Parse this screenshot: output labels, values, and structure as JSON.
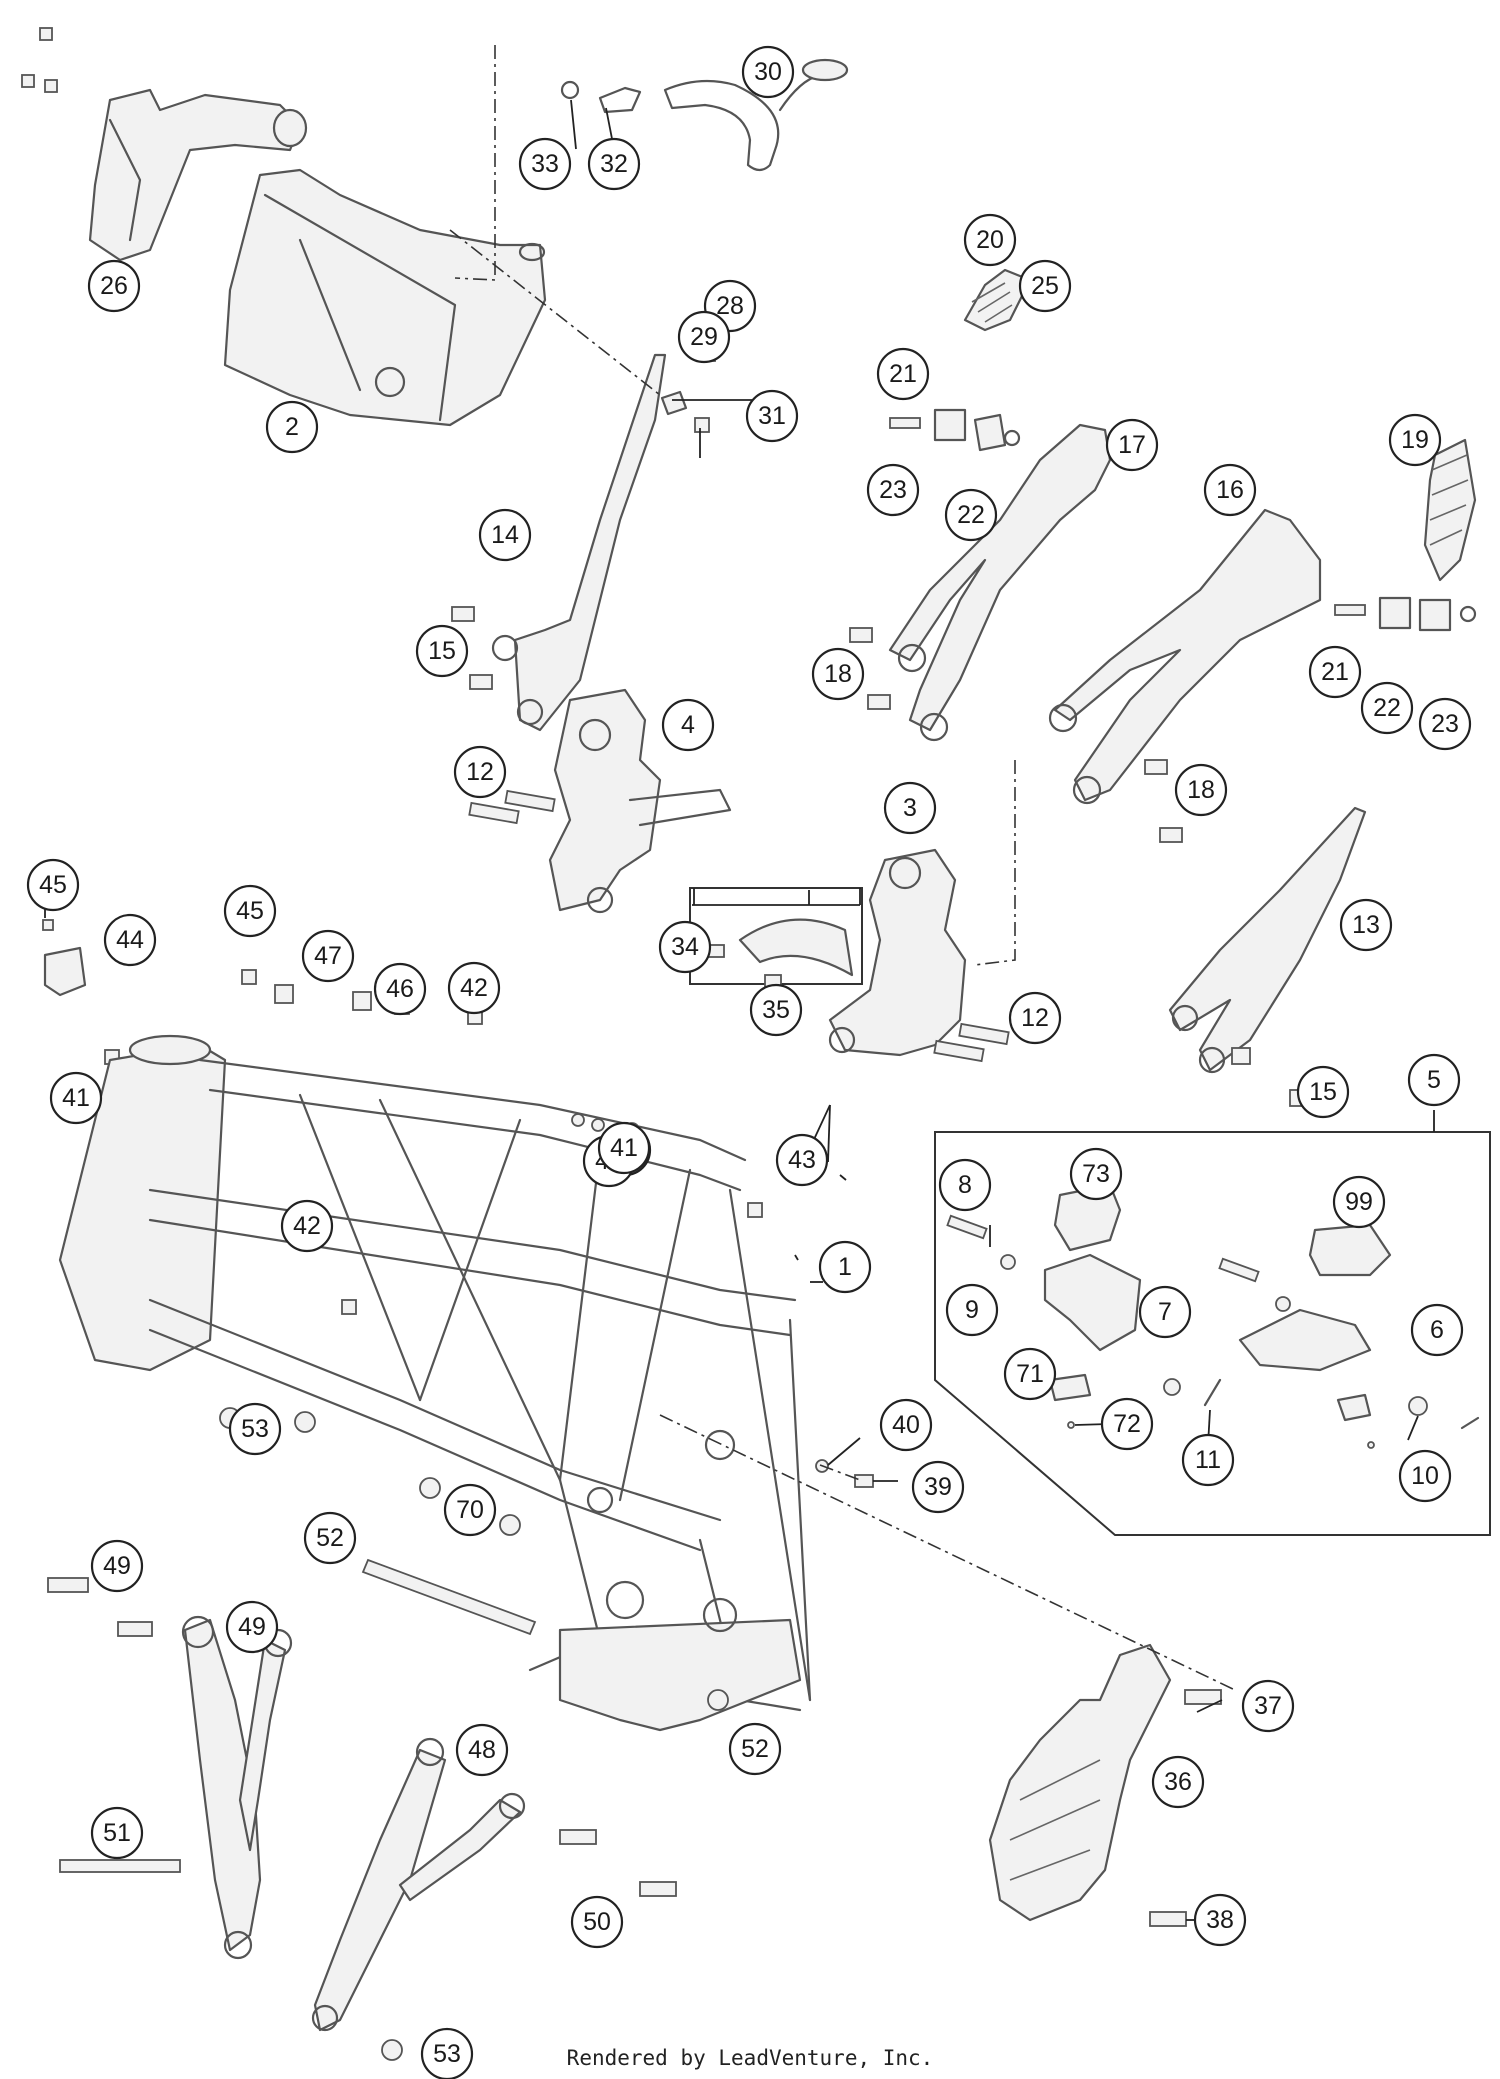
{
  "footer": {
    "text": "Rendered by LeadVenture, Inc."
  },
  "callouts": [
    "1",
    "2",
    "3",
    "4",
    "5",
    "6",
    "7",
    "8",
    "9",
    "10",
    "11",
    "12",
    "12",
    "13",
    "14",
    "15",
    "15",
    "16",
    "17",
    "18",
    "18",
    "19",
    "20",
    "21",
    "21",
    "22",
    "22",
    "23",
    "23",
    "25",
    "26",
    "28",
    "29",
    "30",
    "31",
    "32",
    "33",
    "34",
    "35",
    "36",
    "37",
    "38",
    "39",
    "39",
    "40",
    "40",
    "41",
    "41",
    "42",
    "42",
    "43",
    "44",
    "45",
    "45",
    "46",
    "47",
    "48",
    "49",
    "49",
    "50",
    "51",
    "52",
    "52",
    "53",
    "53",
    "70",
    "71",
    "72",
    "73",
    "99"
  ]
}
